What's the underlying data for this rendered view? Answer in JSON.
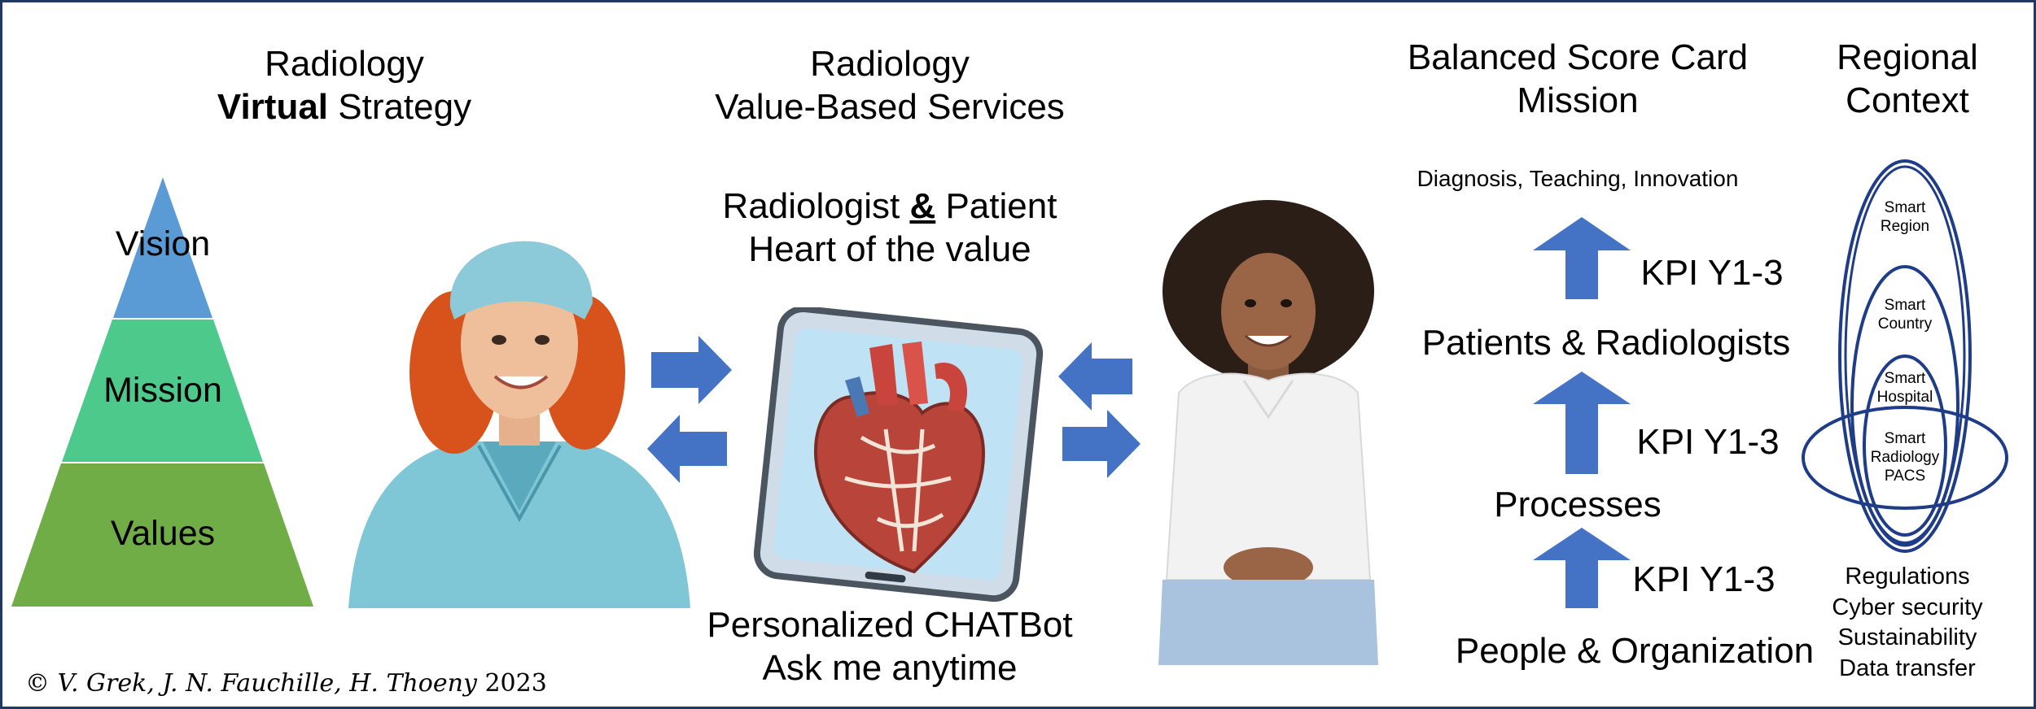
{
  "left_title": {
    "line1": "Radiology",
    "bold": "Virtual",
    "rest": " Strategy"
  },
  "pyramid": {
    "levels": [
      {
        "label": "Vision",
        "color": "#5b9bd5"
      },
      {
        "label": "Mission",
        "color": "#4dc98c"
      },
      {
        "label": "Values",
        "color": "#70ad47"
      }
    ]
  },
  "center_title": {
    "line1": "Radiology",
    "line2": "Value-Based Services"
  },
  "center_sub": {
    "part1": "Radiologist ",
    "amp": "&",
    "part2": " Patient",
    "line2": "Heart of the value"
  },
  "chatbot": {
    "line1": "Personalized CHATBot",
    "line2": "Ask me anytime"
  },
  "bsc": {
    "title_line1": "Balanced Score Card",
    "title_line2": "Mission",
    "top_label": "Diagnosis, Teaching, Innovation",
    "levels": [
      "Patients & Radiologists",
      "Processes",
      "People & Organization"
    ],
    "kpis": [
      "KPI Y1-3",
      "KPI Y1-3",
      "KPI Y1-3"
    ]
  },
  "regional": {
    "title_line1": "Regional",
    "title_line2": "Context",
    "ellipses": [
      "Smart\nRegion",
      "Smart\nCountry",
      "Smart\nHospital",
      "Smart\nRadiology\nPACS"
    ],
    "factors": [
      "Regulations",
      "Cyber security",
      "Sustainability",
      "Data transfer"
    ]
  },
  "colors": {
    "arrow": "#4472c4",
    "border": "#1f3864",
    "ellipse": "#1f3c88"
  },
  "copyright": {
    "symbol": "©",
    "authors": "V. Grek, J. N. Fauchille, H. Thoeny",
    "year": "2023"
  }
}
